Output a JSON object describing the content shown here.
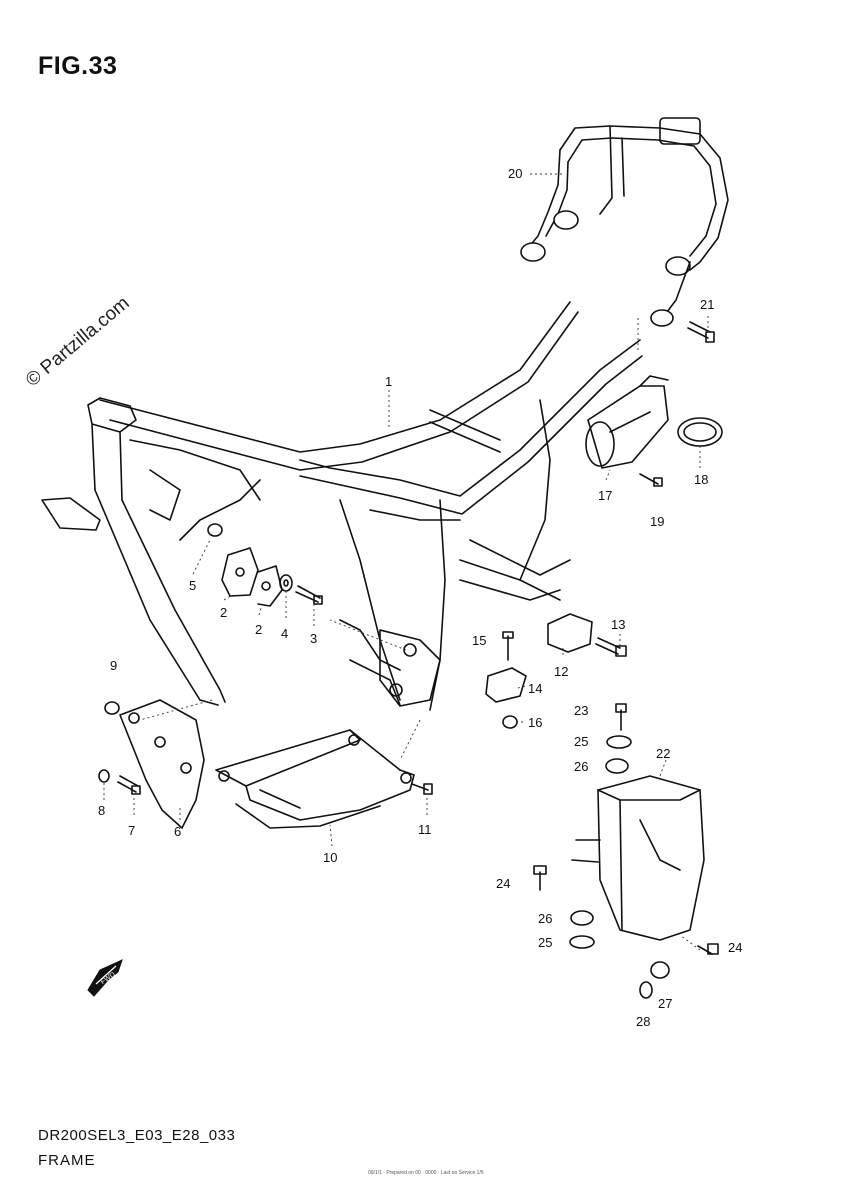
{
  "figure": {
    "title": "FIG.33",
    "watermark": "© Partzilla.com",
    "footer_code": "DR200SEL3_E03_E28_033",
    "footer_title": "FRAME",
    "footer_tiny": "09/1/1 · Prepared on 00 · 0000 · Last on Service 1/5",
    "fwd_label": "FWD"
  },
  "callouts": [
    {
      "id": "c1",
      "label": "1"
    },
    {
      "id": "c2a",
      "label": "2"
    },
    {
      "id": "c2b",
      "label": "2"
    },
    {
      "id": "c3",
      "label": "3"
    },
    {
      "id": "c4",
      "label": "4"
    },
    {
      "id": "c5",
      "label": "5"
    },
    {
      "id": "c6",
      "label": "6"
    },
    {
      "id": "c7",
      "label": "7"
    },
    {
      "id": "c8",
      "label": "8"
    },
    {
      "id": "c9",
      "label": "9"
    },
    {
      "id": "c10",
      "label": "10"
    },
    {
      "id": "c11",
      "label": "11"
    },
    {
      "id": "c12",
      "label": "12"
    },
    {
      "id": "c13",
      "label": "13"
    },
    {
      "id": "c14",
      "label": "14"
    },
    {
      "id": "c15",
      "label": "15"
    },
    {
      "id": "c16",
      "label": "16"
    },
    {
      "id": "c17",
      "label": "17"
    },
    {
      "id": "c18",
      "label": "18"
    },
    {
      "id": "c19",
      "label": "19"
    },
    {
      "id": "c20",
      "label": "20"
    },
    {
      "id": "c21",
      "label": "21"
    },
    {
      "id": "c22",
      "label": "22"
    },
    {
      "id": "c23",
      "label": "23"
    },
    {
      "id": "c24a",
      "label": "24"
    },
    {
      "id": "c24b",
      "label": "24"
    },
    {
      "id": "c25a",
      "label": "25"
    },
    {
      "id": "c25b",
      "label": "25"
    },
    {
      "id": "c26a",
      "label": "26"
    },
    {
      "id": "c26b",
      "label": "26"
    },
    {
      "id": "c27",
      "label": "27"
    },
    {
      "id": "c28",
      "label": "28"
    }
  ]
}
